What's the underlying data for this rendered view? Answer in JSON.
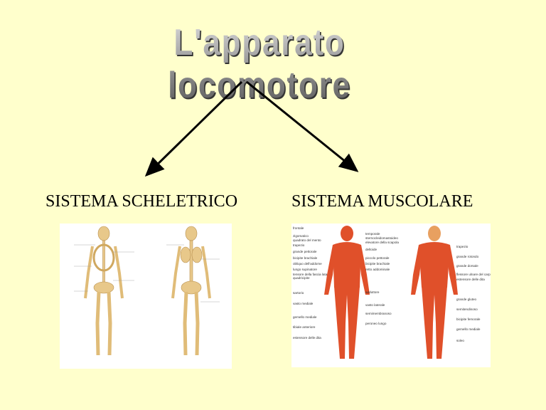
{
  "slide": {
    "title": "L'apparato locomotore",
    "left_heading": "SISTEMA SCHELETRICO",
    "right_heading": "SISTEMA MUSCOLARE",
    "colors": {
      "background": "#FFFFCC",
      "arrow": "#000000",
      "muscle": "#E0502A",
      "bone": "#E8C88A"
    },
    "muscle_labels_front": [
      "frontale",
      "zigomatico",
      "quadrato del mento",
      "trapezio",
      "grande pettorale",
      "bicipite brachiale",
      "obliquo dell'addome",
      "lungo supinatore",
      "tensore della fascia lata",
      "quadricipite",
      "sartorio",
      "vasto mediale",
      "gemello mediale",
      "tibiale anteriore",
      "estensore delle dita"
    ],
    "muscle_labels_middle": [
      "temporale",
      "sternocleidomastoideo",
      "elevatore della scapola",
      "deltoide",
      "piccolo pettorale",
      "bicipite brachiale",
      "retto addominale",
      "adduttore",
      "vasto laterale",
      "semimembranoso",
      "peroneo lungo"
    ],
    "muscle_labels_back": [
      "trapezio",
      "grande rotondo",
      "grande dorsale",
      "flessore ulnare del carpo",
      "estensore delle dita",
      "grande gluteo",
      "semitendinoso",
      "bicipite femorale",
      "gemello mediale",
      "soleo"
    ]
  }
}
